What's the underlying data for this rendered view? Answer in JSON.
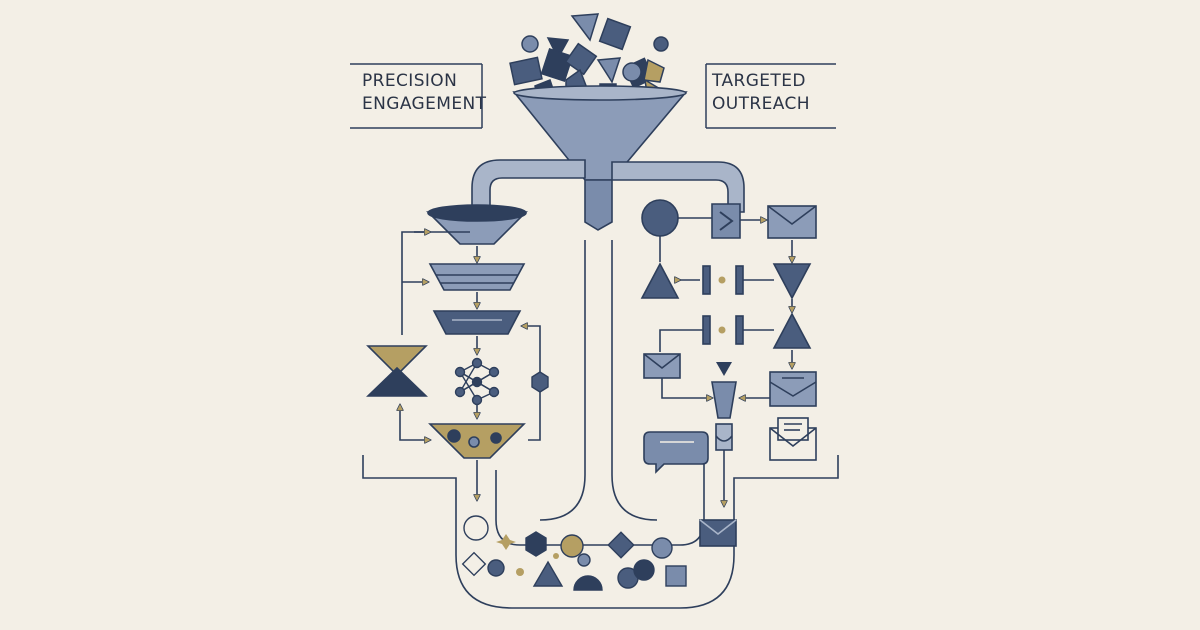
{
  "labels": {
    "left": [
      "PRECISION",
      "ENGAGEMENT"
    ],
    "right": [
      "TARGETED",
      "OUTREACH"
    ]
  },
  "colors": {
    "background": "#f3efe6",
    "navy": "#2e3f5c",
    "slate": "#4a5d7e",
    "steel": "#7a8cab",
    "light_steel": "#a9b5c9",
    "gold": "#b59f63",
    "text": "#2b3446"
  },
  "icons": [
    "funnel-icon",
    "envelope-icon",
    "neural-network-icon",
    "play-triangle-icon",
    "hexagon-icon",
    "pipe-icon"
  ]
}
